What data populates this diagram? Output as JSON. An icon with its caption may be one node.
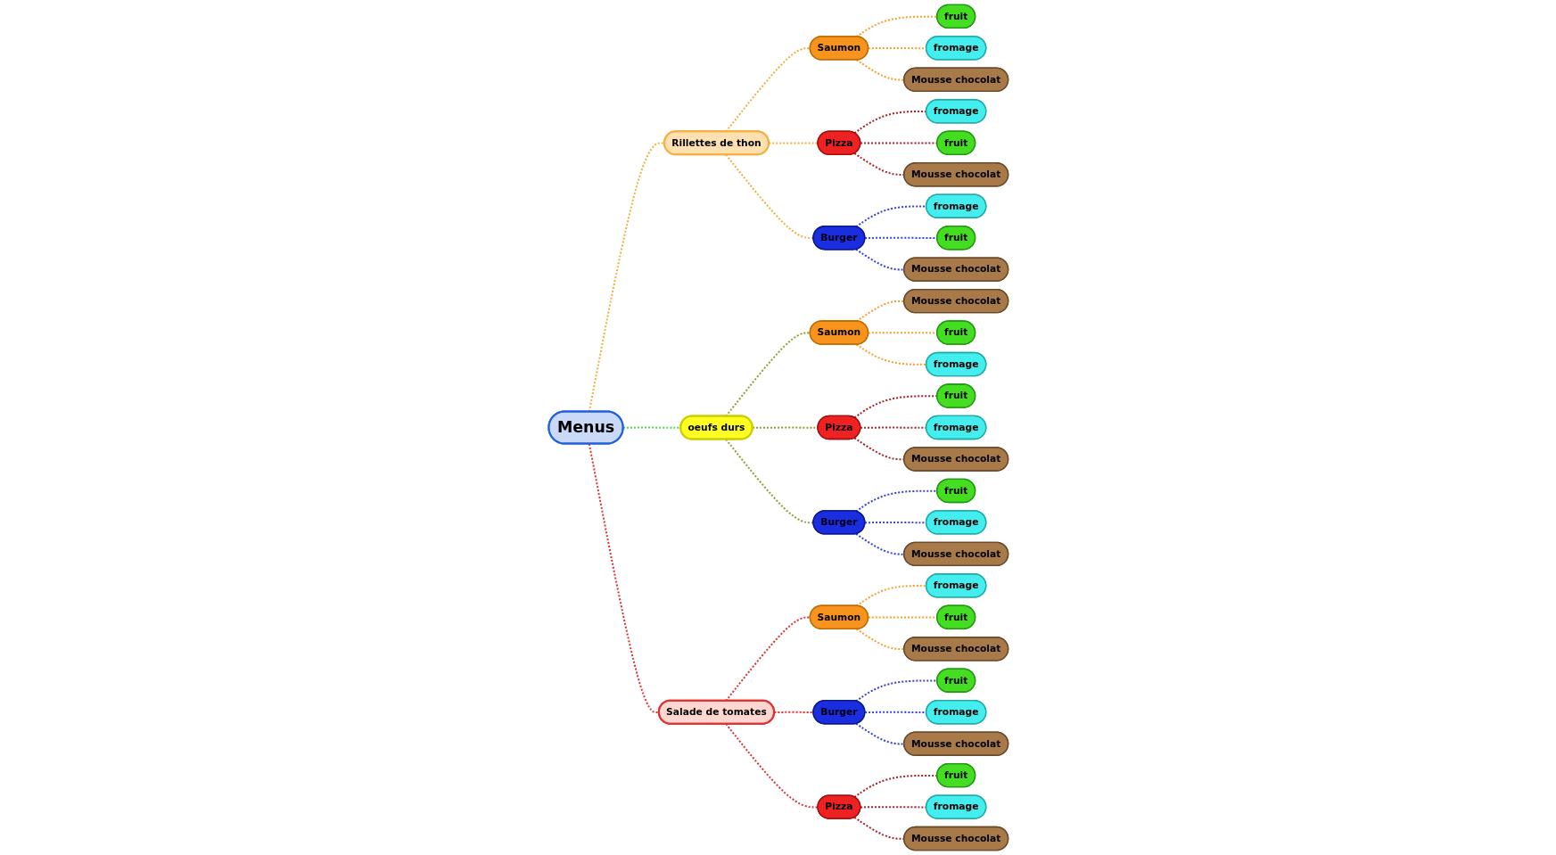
{
  "diagram": {
    "nodes": [
      {
        "text": [
          "Menus"
        ]
      },
      {
        "text": [
          "Rillettes de thon"
        ]
      },
      {
        "text": [
          "Saumon"
        ]
      },
      {
        "text": [
          "fruit"
        ]
      },
      {
        "text": [
          "fromage"
        ]
      },
      {
        "text": [
          "Mousse chocolat"
        ]
      },
      {
        "text": [
          "Pizza"
        ]
      },
      {
        "text": [
          "fromage"
        ]
      },
      {
        "text": [
          "fruit"
        ]
      },
      {
        "text": [
          "Mousse chocolat"
        ]
      },
      {
        "text": [
          "Burger"
        ]
      },
      {
        "text": [
          "fromage"
        ]
      },
      {
        "text": [
          "fruit"
        ]
      },
      {
        "text": [
          "Mousse chocolat"
        ]
      },
      {
        "text": [
          "oeufs durs"
        ]
      },
      {
        "text": [
          "Saumon"
        ]
      },
      {
        "text": [
          "Mousse chocolat"
        ]
      },
      {
        "text": [
          "fruit"
        ]
      },
      {
        "text": [
          "fromage"
        ]
      },
      {
        "text": [
          "Pizza"
        ]
      },
      {
        "text": [
          "fruit"
        ]
      },
      {
        "text": [
          "fromage"
        ]
      },
      {
        "text": [
          "Mousse chocolat"
        ]
      },
      {
        "text": [
          "Burger"
        ]
      },
      {
        "text": [
          "fruit"
        ]
      },
      {
        "text": [
          "fromage"
        ]
      },
      {
        "text": [
          "Mousse chocolat"
        ]
      },
      {
        "text": [
          "Salade de tomates"
        ]
      },
      {
        "text": [
          "Saumon"
        ]
      },
      {
        "text": [
          "fromage"
        ]
      },
      {
        "text": [
          "fruit"
        ]
      },
      {
        "text": [
          "Mousse chocolat"
        ]
      },
      {
        "text": [
          "Burger"
        ]
      },
      {
        "text": [
          "fruit"
        ]
      },
      {
        "text": [
          "fromage"
        ]
      },
      {
        "text": [
          "Mousse chocolat"
        ]
      },
      {
        "text": [
          "Pizza"
        ]
      },
      {
        "text": [
          "fruit"
        ]
      },
      {
        "text": [
          "fromage"
        ]
      },
      {
        "text": [
          "Mousse chocolat"
        ]
      }
    ],
    "edges": [
      {
        "from": 0,
        "to": 1,
        "arrow": "none",
        "style": "dashed",
        "color": "#f0b040"
      },
      {
        "from": 1,
        "to": 2,
        "arrow": "none",
        "style": "dashed",
        "color": "#f0b040"
      },
      {
        "from": 2,
        "to": 3,
        "arrow": "none",
        "style": "dashed",
        "color": "#f7a030"
      },
      {
        "from": 2,
        "to": 4,
        "arrow": "none",
        "style": "dashed",
        "color": "#f7a030"
      },
      {
        "from": 2,
        "to": 5,
        "arrow": "none",
        "style": "dashed",
        "color": "#f7a030"
      },
      {
        "from": 1,
        "to": 6,
        "arrow": "none",
        "style": "dashed",
        "color": "#f0b040"
      },
      {
        "from": 6,
        "to": 7,
        "arrow": "none",
        "style": "dashed",
        "color": "#aa2222"
      },
      {
        "from": 6,
        "to": 8,
        "arrow": "none",
        "style": "dashed",
        "color": "#aa2222"
      },
      {
        "from": 6,
        "to": 9,
        "arrow": "none",
        "style": "dashed",
        "color": "#aa2222"
      },
      {
        "from": 1,
        "to": 10,
        "arrow": "none",
        "style": "dashed",
        "color": "#f0b040"
      },
      {
        "from": 10,
        "to": 11,
        "arrow": "none",
        "style": "dashed",
        "color": "#3344dd"
      },
      {
        "from": 10,
        "to": 12,
        "arrow": "none",
        "style": "dashed",
        "color": "#3344dd"
      },
      {
        "from": 10,
        "to": 13,
        "arrow": "none",
        "style": "dashed",
        "color": "#3344dd"
      },
      {
        "from": 0,
        "to": 14,
        "arrow": "none",
        "style": "dashed",
        "color": "#44dd44"
      },
      {
        "from": 14,
        "to": 15,
        "arrow": "none",
        "style": "dashed",
        "color": "#999933"
      },
      {
        "from": 15,
        "to": 16,
        "arrow": "none",
        "style": "dashed",
        "color": "#f7a030"
      },
      {
        "from": 15,
        "to": 17,
        "arrow": "none",
        "style": "dashed",
        "color": "#f7a030"
      },
      {
        "from": 15,
        "to": 18,
        "arrow": "none",
        "style": "dashed",
        "color": "#f7a030"
      },
      {
        "from": 14,
        "to": 19,
        "arrow": "none",
        "style": "dashed",
        "color": "#999933"
      },
      {
        "from": 19,
        "to": 20,
        "arrow": "none",
        "style": "dashed",
        "color": "#aa2222"
      },
      {
        "from": 19,
        "to": 21,
        "arrow": "none",
        "style": "dashed",
        "color": "#aa2222"
      },
      {
        "from": 19,
        "to": 22,
        "arrow": "none",
        "style": "dashed",
        "color": "#aa2222"
      },
      {
        "from": 14,
        "to": 23,
        "arrow": "none",
        "style": "dashed",
        "color": "#999933"
      },
      {
        "from": 23,
        "to": 24,
        "arrow": "none",
        "style": "dashed",
        "color": "#3344dd"
      },
      {
        "from": 23,
        "to": 25,
        "arrow": "none",
        "style": "dashed",
        "color": "#3344dd"
      },
      {
        "from": 23,
        "to": 26,
        "arrow": "none",
        "style": "dashed",
        "color": "#3344dd"
      },
      {
        "from": 0,
        "to": 27,
        "arrow": "none",
        "style": "dashed",
        "color": "#dd3333"
      },
      {
        "from": 27,
        "to": 28,
        "arrow": "none",
        "style": "dashed",
        "color": "#dd3333"
      },
      {
        "from": 28,
        "to": 29,
        "arrow": "none",
        "style": "dashed",
        "color": "#f7a030"
      },
      {
        "from": 28,
        "to": 30,
        "arrow": "none",
        "style": "dashed",
        "color": "#f7a030"
      },
      {
        "from": 28,
        "to": 31,
        "arrow": "none",
        "style": "dashed",
        "color": "#f7a030"
      },
      {
        "from": 27,
        "to": 32,
        "arrow": "none",
        "style": "dashed",
        "color": "#dd3333"
      },
      {
        "from": 32,
        "to": 33,
        "arrow": "none",
        "style": "dashed",
        "color": "#3344dd"
      },
      {
        "from": 32,
        "to": 34,
        "arrow": "none",
        "style": "dashed",
        "color": "#3344dd"
      },
      {
        "from": 32,
        "to": 35,
        "arrow": "none",
        "style": "dashed",
        "color": "#3344dd"
      },
      {
        "from": 27,
        "to": 36,
        "arrow": "none",
        "style": "dashed",
        "color": "#dd3333"
      },
      {
        "from": 36,
        "to": 37,
        "arrow": "none",
        "style": "dashed",
        "color": "#aa2222"
      },
      {
        "from": 36,
        "to": 38,
        "arrow": "none",
        "style": "dashed",
        "color": "#aa2222"
      },
      {
        "from": 36,
        "to": 39,
        "arrow": "none",
        "style": "dashed",
        "color": "#aa2222"
      }
    ]
  }
}
